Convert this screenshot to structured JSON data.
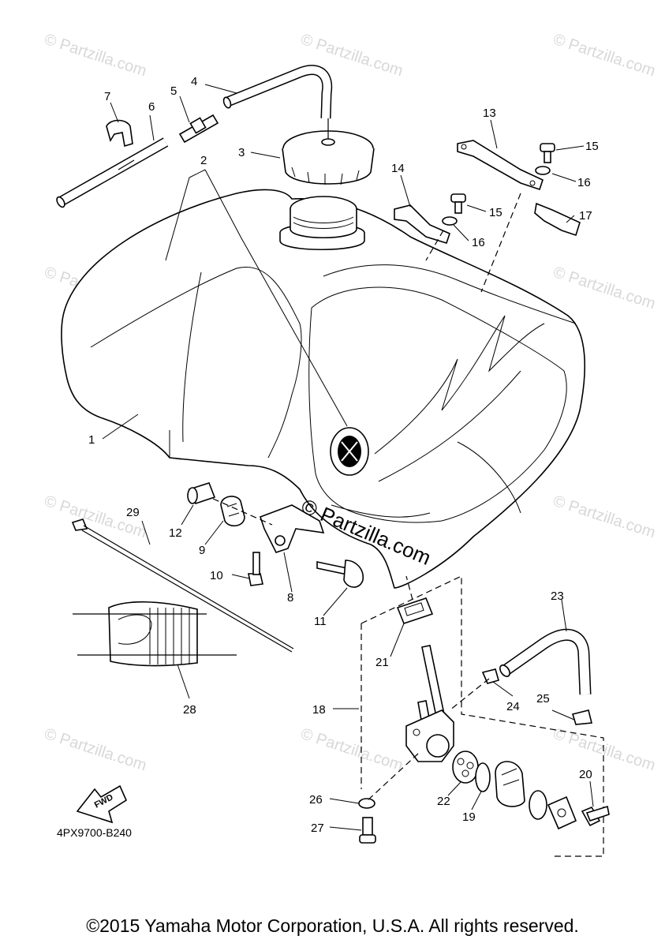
{
  "watermark": {
    "text": "© Partzilla.com",
    "center_text": "© Partzilla.com"
  },
  "diagram": {
    "code": "4PX9700-B240",
    "fwd_label": "FWD",
    "callouts": {
      "c1": "1",
      "c2": "2",
      "c3": "3",
      "c4": "4",
      "c5": "5",
      "c6": "6",
      "c7": "7",
      "c8": "8",
      "c9": "9",
      "c10": "10",
      "c11": "11",
      "c12": "12",
      "c13": "13",
      "c14": "14",
      "c15a": "15",
      "c15b": "15",
      "c16a": "16",
      "c16b": "16",
      "c17": "17",
      "c18": "18",
      "c19": "19",
      "c20": "20",
      "c21": "21",
      "c22": "22",
      "c23": "23",
      "c24": "24",
      "c25": "25",
      "c26": "26",
      "c27": "27",
      "c28": "28",
      "c29": "29"
    }
  },
  "footer": {
    "copyright": "©2015 Yamaha Motor Corporation, U.S.A. All rights reserved."
  }
}
